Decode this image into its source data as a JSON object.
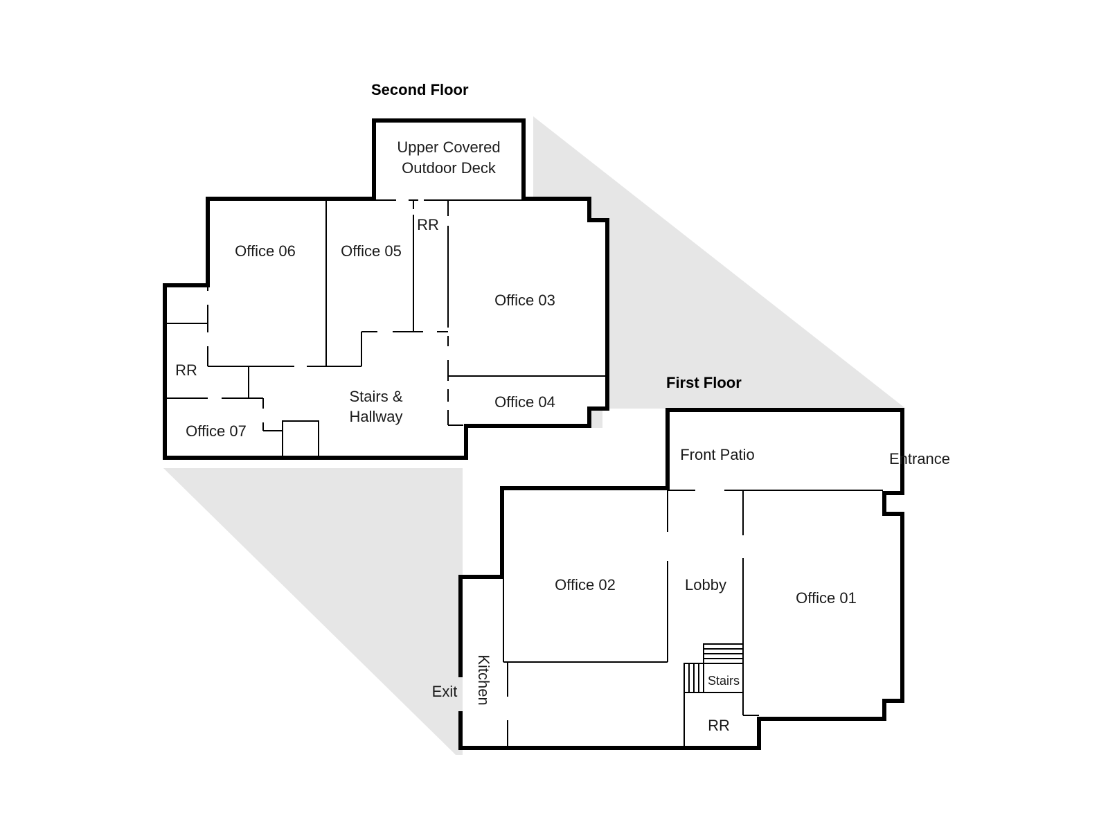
{
  "floors": {
    "second": {
      "title": "Second Floor",
      "rooms": {
        "deck_line1": "Upper Covered",
        "deck_line2": "Outdoor Deck",
        "rr_top": "RR",
        "office06": "Office 06",
        "office05": "Office 05",
        "office03": "Office 03",
        "office04": "Office 04",
        "rr_left": "RR",
        "stairs_line1": "Stairs &",
        "stairs_line2": "Hallway",
        "office07": "Office 07"
      }
    },
    "first": {
      "title": "First Floor",
      "rooms": {
        "front_patio": "Front Patio",
        "entrance": "Entrance",
        "office02": "Office 02",
        "lobby": "Lobby",
        "office01": "Office 01",
        "kitchen": "Kitchen",
        "exit": "Exit",
        "stairs": "Stairs",
        "rr": "RR"
      }
    }
  },
  "colors": {
    "walls": "#000000",
    "connector_shade": "#e6e6e6",
    "background": "#ffffff"
  }
}
